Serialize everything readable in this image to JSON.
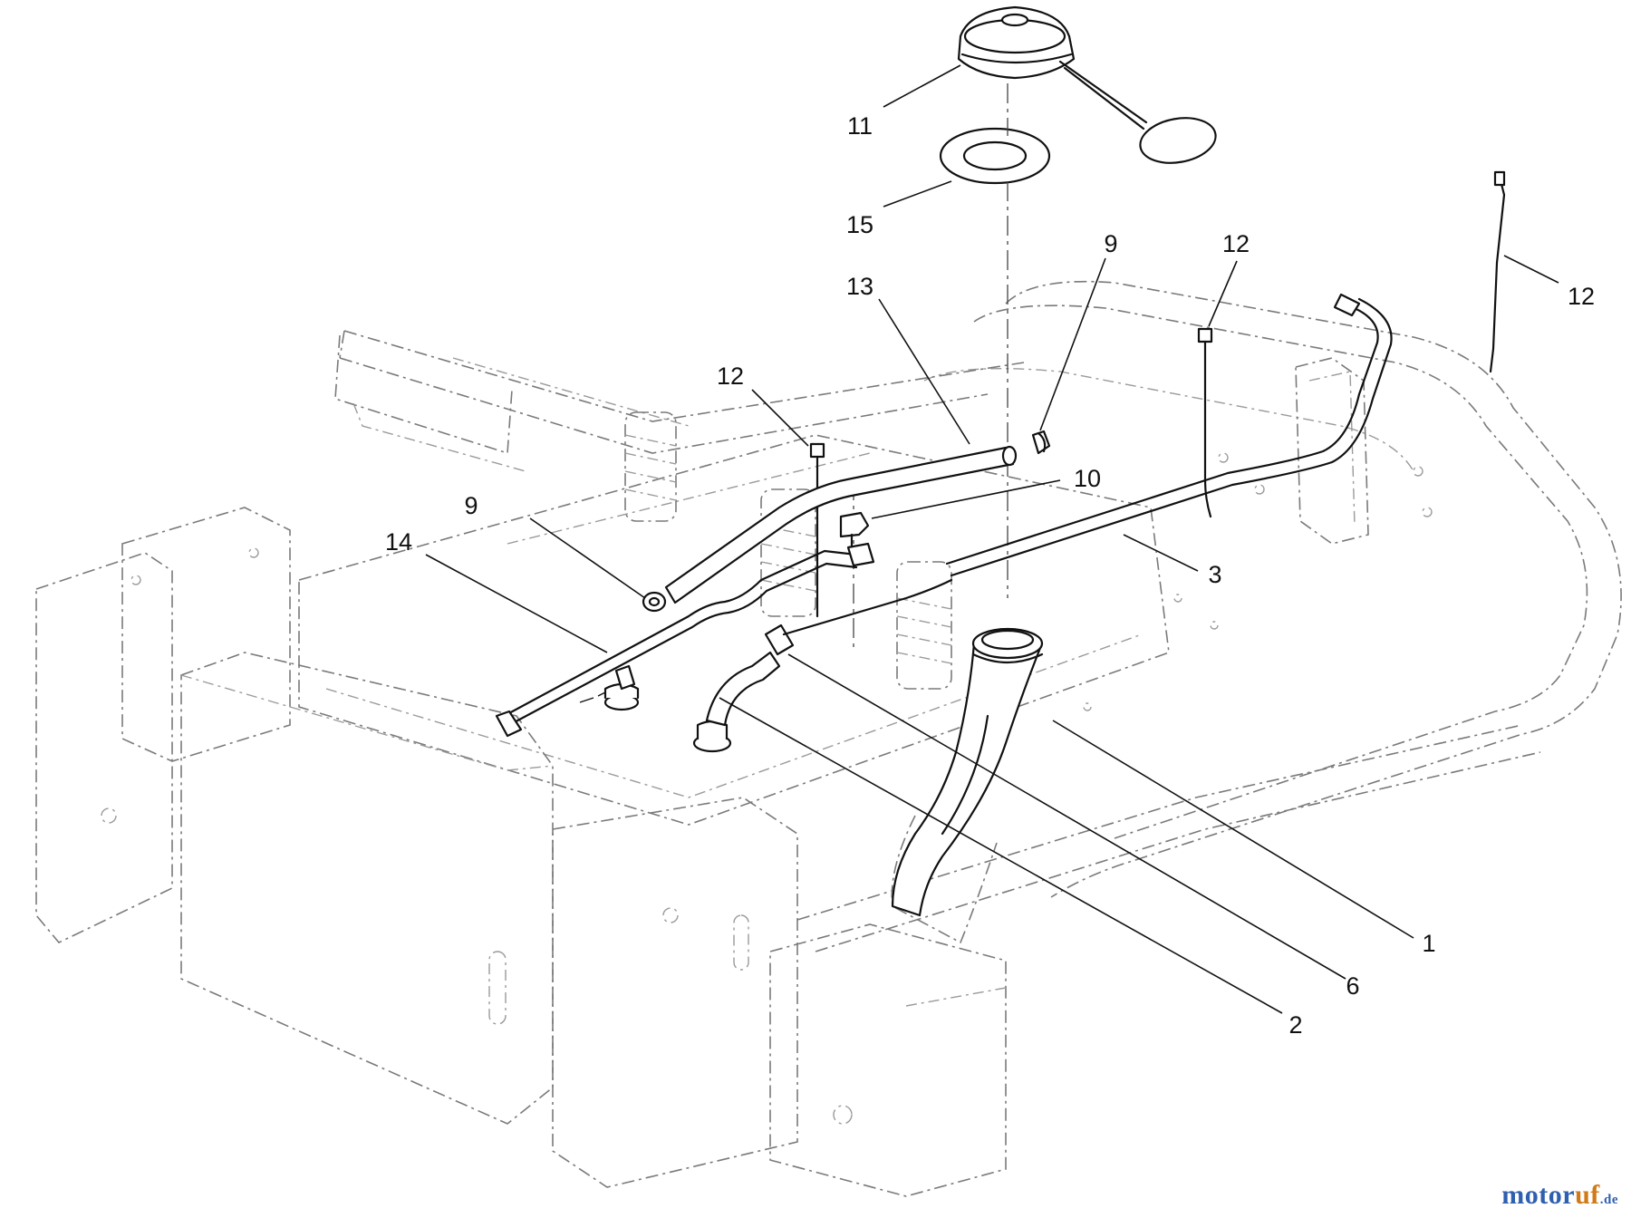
{
  "callouts": [
    {
      "id": "11",
      "label": "11"
    },
    {
      "id": "15",
      "label": "15"
    },
    {
      "id": "13",
      "label": "13"
    },
    {
      "id": "9a",
      "label": "9"
    },
    {
      "id": "12a",
      "label": "12"
    },
    {
      "id": "12b",
      "label": "12"
    },
    {
      "id": "12c",
      "label": "12"
    },
    {
      "id": "9b",
      "label": "9"
    },
    {
      "id": "10",
      "label": "10"
    },
    {
      "id": "14",
      "label": "14"
    },
    {
      "id": "3",
      "label": "3"
    },
    {
      "id": "1",
      "label": "1"
    },
    {
      "id": "6",
      "label": "6"
    },
    {
      "id": "2",
      "label": "2"
    }
  ],
  "watermark": {
    "part1": "motor",
    "part2": "uf",
    "part3": ".de"
  },
  "colors": {
    "ink": "#111111",
    "ghost": "#7a7a7a",
    "brand_blue": "#2f5fb0",
    "brand_orange": "#d07a18"
  }
}
